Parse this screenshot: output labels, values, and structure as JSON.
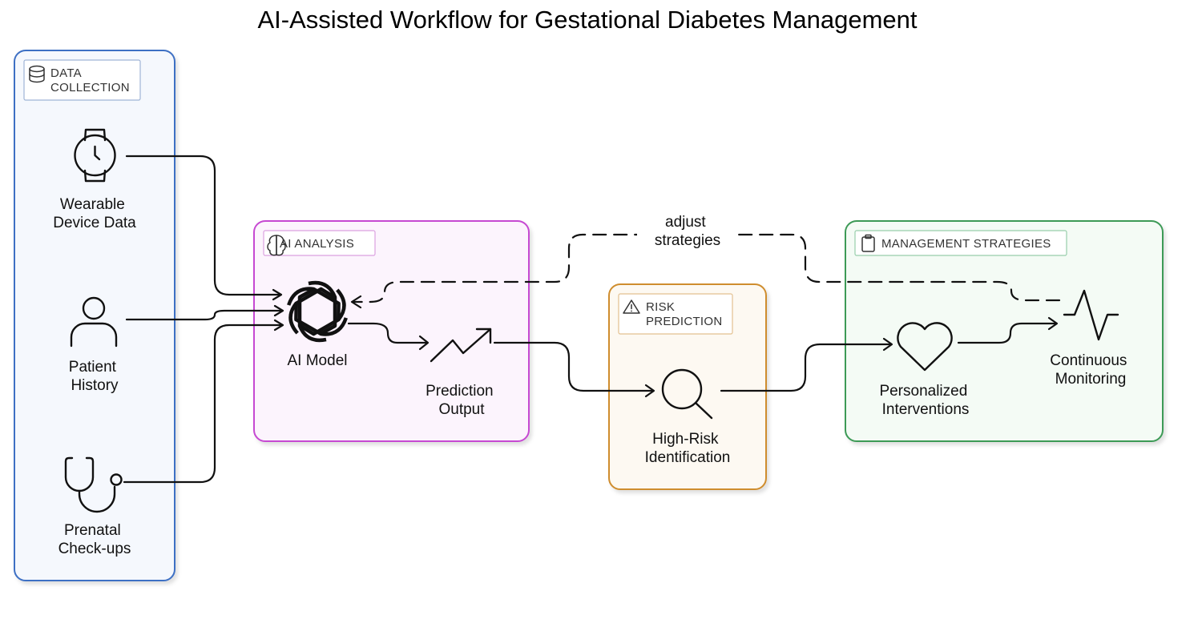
{
  "title": "AI-Assisted Workflow for Gestational Diabetes Management",
  "groups": [
    {
      "id": "data-collection",
      "label_lines": [
        "DATA",
        "COLLECTION"
      ],
      "icon": "database-icon",
      "border_color": "#3d6fc4",
      "fill_color": "#f5f8fd"
    },
    {
      "id": "ai-analysis",
      "label_lines": [
        "AI ANALYSIS"
      ],
      "icon": "brain-icon",
      "border_color": "#c649d2",
      "fill_color": "#fcf4fd"
    },
    {
      "id": "risk-prediction",
      "label_lines": [
        "RISK",
        "PREDICTION"
      ],
      "icon": "warning-icon",
      "border_color": "#cf8d2e",
      "fill_color": "#fdf9f2"
    },
    {
      "id": "management-strategies",
      "label_lines": [
        "MANAGEMENT STRATEGIES"
      ],
      "icon": "clipboard-icon",
      "border_color": "#3c9a57",
      "fill_color": "#f4fbf5"
    }
  ],
  "nodes": [
    {
      "id": "wearable",
      "label_lines": [
        "Wearable",
        "Device Data"
      ],
      "icon": "watch-icon"
    },
    {
      "id": "patient-history",
      "label_lines": [
        "Patient",
        "History"
      ],
      "icon": "user-icon"
    },
    {
      "id": "prenatal",
      "label_lines": [
        "Prenatal",
        "Check-ups"
      ],
      "icon": "stethoscope-icon"
    },
    {
      "id": "ai-model",
      "label_lines": [
        "AI Model"
      ],
      "icon": "openai-icon"
    },
    {
      "id": "prediction-output",
      "label_lines": [
        "Prediction",
        "Output"
      ],
      "icon": "trending-up-icon"
    },
    {
      "id": "high-risk",
      "label_lines": [
        "High-Risk",
        "Identification"
      ],
      "icon": "search-icon"
    },
    {
      "id": "interventions",
      "label_lines": [
        "Personalized",
        "Interventions"
      ],
      "icon": "heart-icon"
    },
    {
      "id": "monitoring",
      "label_lines": [
        "Continuous",
        "Monitoring"
      ],
      "icon": "pulse-icon"
    }
  ],
  "edges": [
    {
      "from": "wearable",
      "to": "ai-model",
      "style": "solid"
    },
    {
      "from": "patient-history",
      "to": "ai-model",
      "style": "solid"
    },
    {
      "from": "prenatal",
      "to": "ai-model",
      "style": "solid"
    },
    {
      "from": "ai-model",
      "to": "prediction-output",
      "style": "solid"
    },
    {
      "from": "prediction-output",
      "to": "high-risk",
      "style": "solid"
    },
    {
      "from": "high-risk",
      "to": "interventions",
      "style": "solid"
    },
    {
      "from": "interventions",
      "to": "monitoring",
      "style": "solid"
    },
    {
      "from": "monitoring",
      "to": "ai-model",
      "style": "dashed",
      "label_lines": [
        "adjust",
        "strategies"
      ]
    }
  ]
}
